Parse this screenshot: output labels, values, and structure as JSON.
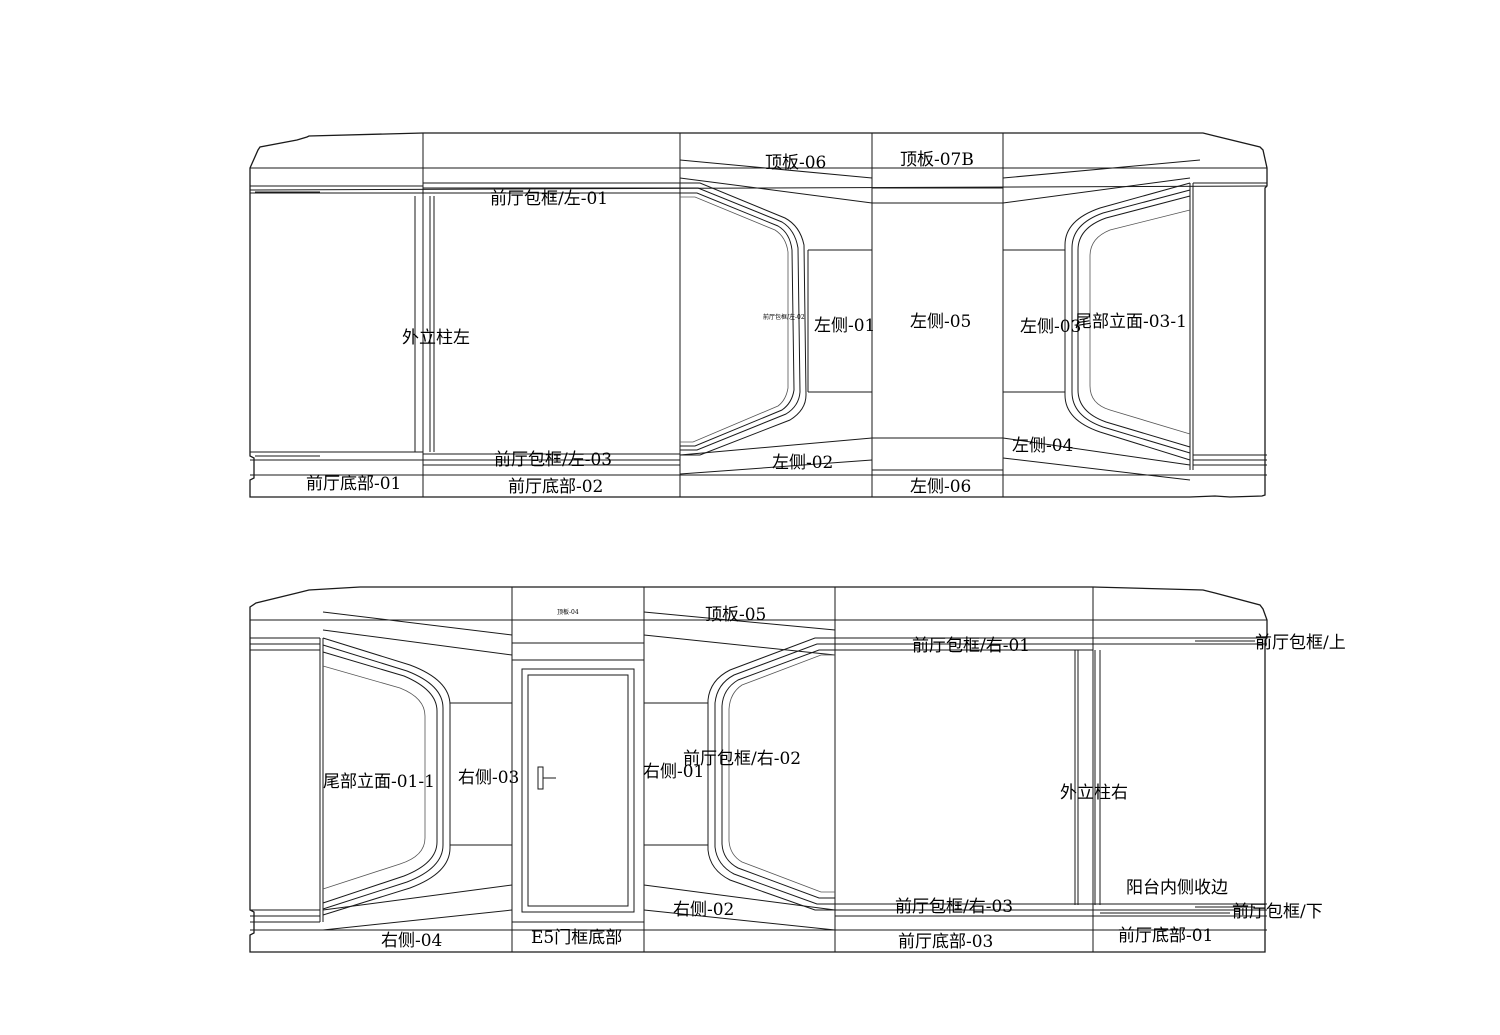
{
  "views": {
    "left_elevation": {
      "labels": {
        "roof_06": "顶板-06",
        "roof_07b": "顶板-07B",
        "frame_left_01": "前厅包框/左-01",
        "frame_left_02": "前厅包框/左-02",
        "outer_pillar_left": "外立柱左",
        "left_side_01": "左侧-01",
        "left_side_05": "左侧-05",
        "left_side_03": "左侧-03",
        "rear_facade_03_1": "尾部立面-03-1",
        "frame_left_03": "前厅包框/左-03",
        "left_side_02": "左侧-02",
        "left_side_04": "左侧-04",
        "base_01": "前厅底部-01",
        "base_02": "前厅底部-02",
        "left_side_06": "左侧-06"
      }
    },
    "right_elevation": {
      "labels": {
        "door_top": "顶板-04",
        "roof_05": "顶板-05",
        "frame_right_01": "前厅包框/右-01",
        "frame_top": "前厅包框/上",
        "rear_facade_01_1": "尾部立面-01-1",
        "right_side_03": "右侧-03",
        "right_side_01": "右侧-01",
        "frame_right_02": "前厅包框/右-02",
        "outer_pillar_right": "外立柱右",
        "balcony_trim": "阳台内侧收边",
        "frame_right_03": "前厅包框/右-03",
        "frame_bottom": "前厅包框/下",
        "right_side_02": "右侧-02",
        "right_side_04": "右侧-04",
        "door_base": "E5门框底部",
        "base_03": "前厅底部-03",
        "base_01": "前厅底部-01"
      }
    }
  }
}
